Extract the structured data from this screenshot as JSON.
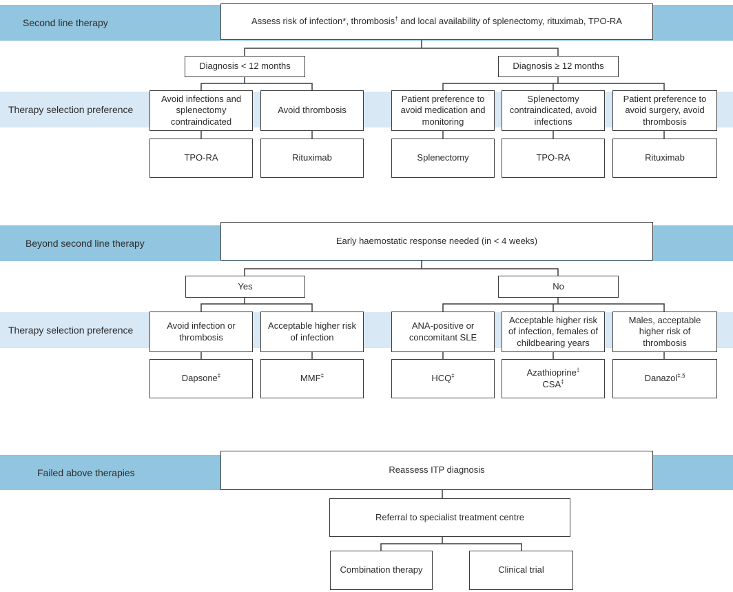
{
  "colors": {
    "band_dark": "#92c5df",
    "band_light": "#d8e8f4",
    "line": "#3d3d3d",
    "text": "#2b2b2b"
  },
  "bands": {
    "second_line": "Second line therapy",
    "therapy_pref_1": "Therapy selection preference",
    "beyond_second_line": "Beyond second line therapy",
    "therapy_pref_2": "Therapy selection preference",
    "failed": "Failed above therapies"
  },
  "s1": {
    "assess": {
      "p1": "Assess risk of infection*, thrombosis",
      "sup": "†",
      "p2": " and local availability of splenectomy, rituximab, TPO-RA"
    },
    "diag_lt12": "Diagnosis < 12 months",
    "diag_ge12": "Diagnosis ≥ 12 months",
    "prefs": [
      "Avoid infections and splenectomy contraindicated",
      "Avoid thrombosis",
      "Patient preference to avoid medication and monitoring",
      "Splenectomy contraindicated, avoid infections",
      "Patient preference to avoid surgery, avoid thrombosis"
    ],
    "drugs": [
      "TPO-RA",
      "Rituximab",
      "Splenectomy",
      "TPO-RA",
      "Rituximab"
    ]
  },
  "s2": {
    "early": "Early haemostatic response needed (in < 4 weeks)",
    "yes": "Yes",
    "no": "No",
    "prefs": [
      "Avoid infection or thrombosis",
      "Acceptable higher risk of infection",
      "ANA-positive or concomitant SLE",
      "Acceptable higher risk of infection, females of childbearing years",
      "Males, acceptable higher risk of thrombosis"
    ],
    "drugs": [
      {
        "label": "Dapsone",
        "sup": "‡"
      },
      {
        "label": "MMF",
        "sup": "‡"
      },
      {
        "label": "HCQ",
        "sup": "‡"
      },
      {
        "line1": "Azathioprine",
        "sup1": "‡",
        "line2": "CSA",
        "sup2": "‡"
      },
      {
        "label": "Danazol",
        "sup": "‡,§"
      }
    ]
  },
  "s3": {
    "reassess": "Reassess ITP diagnosis",
    "referral": "Referral to specialist treatment centre",
    "combination": "Combination therapy",
    "trial": "Clinical trial"
  }
}
